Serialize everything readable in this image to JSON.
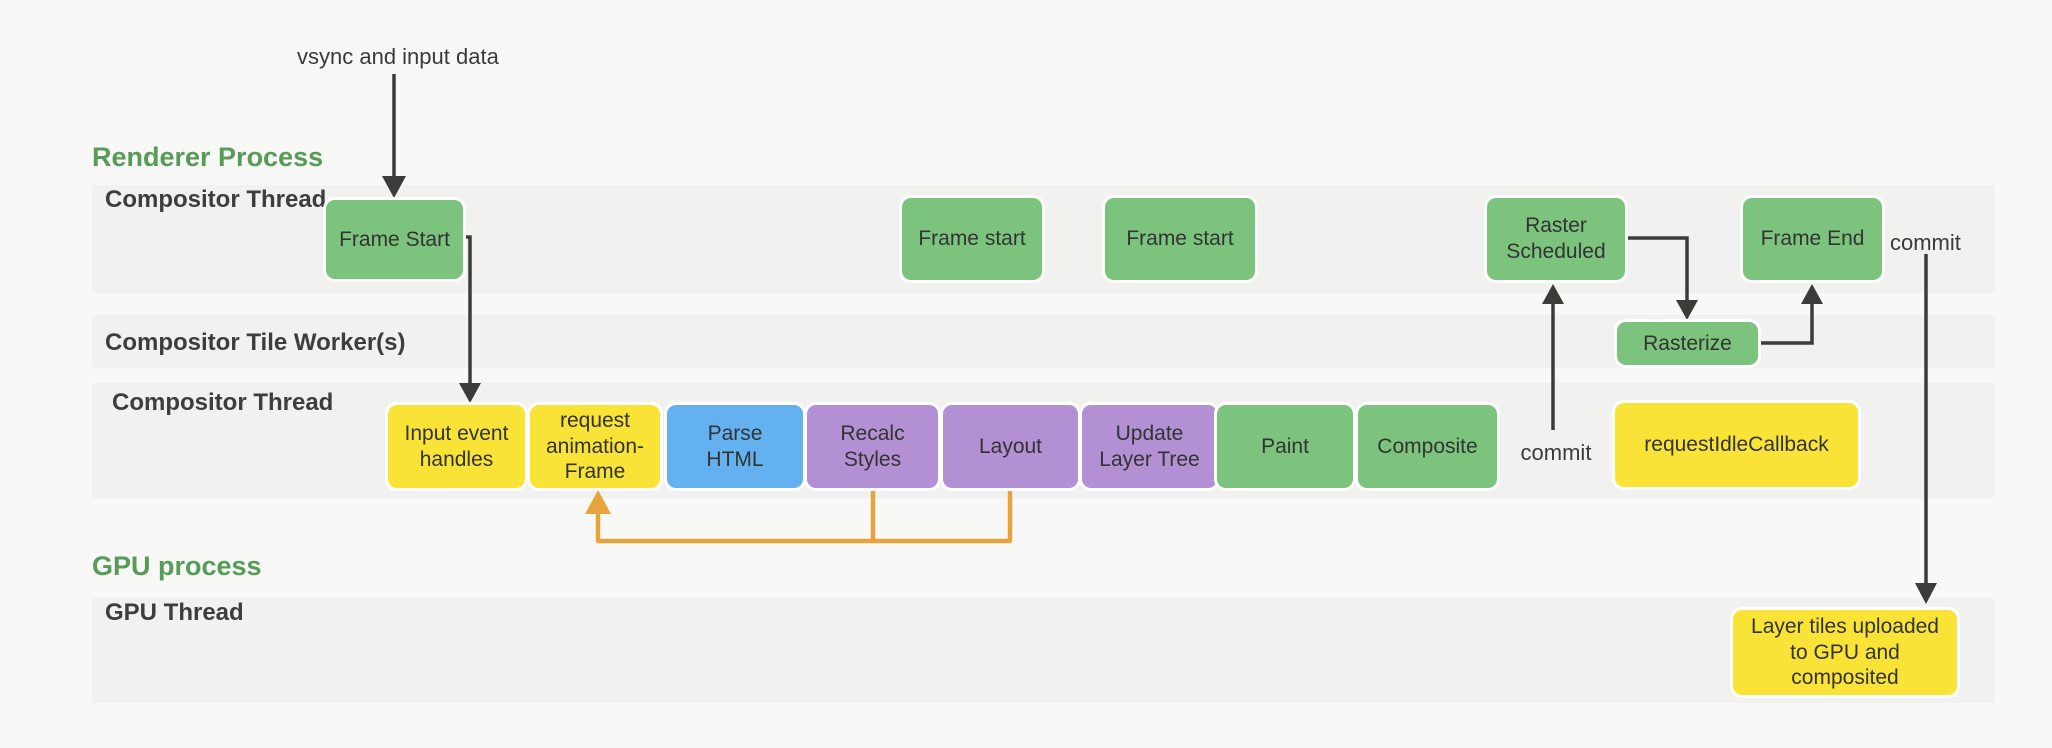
{
  "diagram": {
    "annotations": {
      "vsync": "vsync and input data",
      "commit_main": "commit",
      "commit_top": "commit"
    },
    "sections": [
      {
        "id": "renderer",
        "title": "Renderer Process"
      },
      {
        "id": "gpu",
        "title": "GPU process"
      }
    ],
    "lanes": [
      {
        "id": "compositor-thread-top",
        "label": "Compositor Thread"
      },
      {
        "id": "compositor-tile-workers",
        "label": "Compositor Tile Worker(s)"
      },
      {
        "id": "compositor-thread-main",
        "label": "Compositor Thread"
      },
      {
        "id": "gpu-thread",
        "label": "GPU Thread"
      }
    ],
    "nodes": {
      "frame_start": {
        "label": "Frame Start",
        "color": "green"
      },
      "frame_start_2": {
        "label": "Frame start",
        "color": "green"
      },
      "frame_start_3": {
        "label": "Frame start",
        "color": "green"
      },
      "raster_scheduled": {
        "label": "Raster Scheduled",
        "color": "green"
      },
      "frame_end": {
        "label": "Frame End",
        "color": "green"
      },
      "rasterize": {
        "label": "Rasterize",
        "color": "green"
      },
      "input_event_handles": {
        "label": "Input event handles",
        "color": "yellow"
      },
      "request_animation_frame": {
        "label": "request animation-Frame",
        "color": "yellow"
      },
      "parse_html": {
        "label": "Parse HTML",
        "color": "blue"
      },
      "recalc_styles": {
        "label": "Recalc Styles",
        "color": "purple"
      },
      "layout": {
        "label": "Layout",
        "color": "purple"
      },
      "update_layer_tree": {
        "label": "Update Layer Tree",
        "color": "purple"
      },
      "paint": {
        "label": "Paint",
        "color": "green"
      },
      "composite": {
        "label": "Composite",
        "color": "green"
      },
      "request_idle_callback": {
        "label": "requestIdleCallback",
        "color": "yellow"
      },
      "layer_tiles": {
        "label": "Layer tiles uploaded to GPU and composited",
        "color": "yellow"
      }
    },
    "colors": {
      "green": "#7cc47e",
      "yellow": "#f8e336",
      "blue": "#63b2ef",
      "purple": "#b38fd4",
      "orange_arrow": "#e8a33d",
      "dark_arrow": "#3b3b38",
      "section_title": "#579b58",
      "lane_background": "#f1f1ef",
      "page_background": "#f8f8f6"
    }
  }
}
